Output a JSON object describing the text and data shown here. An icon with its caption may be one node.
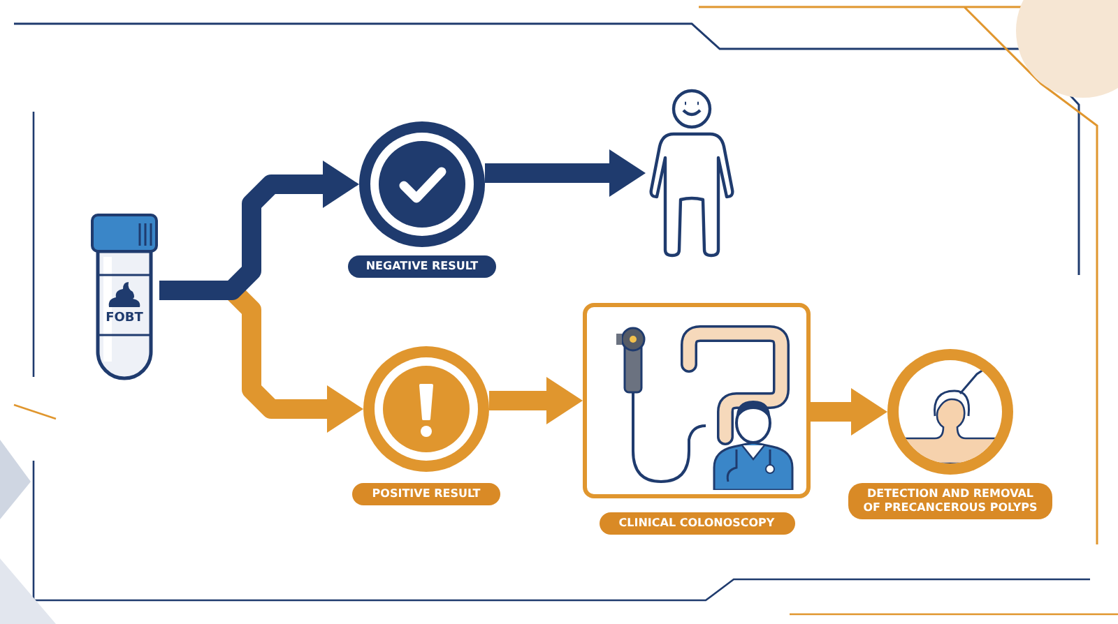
{
  "diagram": {
    "nodes": [
      {
        "text": [
          "FOBT"
        ]
      },
      {
        "text": [
          "NEGATIVE RESULT"
        ]
      },
      {
        "text": [],
        "shape": "person"
      },
      {
        "text": [
          "POSITIVE RESULT"
        ]
      },
      {
        "text": [
          "CLINICAL COLONOSCOPY"
        ]
      },
      {
        "text": [
          "DETECTION AND REMOVAL OF PRECANCEROUS POLYPS"
        ]
      }
    ],
    "edges": [
      {
        "from": 0,
        "to": 1,
        "arrow": "to",
        "color": "#1f3b6e"
      },
      {
        "from": 1,
        "to": 2,
        "arrow": "to",
        "color": "#1f3b6e"
      },
      {
        "from": 0,
        "to": 3,
        "arrow": "to"
      },
      {
        "from": 3,
        "to": 4,
        "arrow": "to"
      },
      {
        "from": 4,
        "to": 5,
        "arrow": "to"
      }
    ]
  }
}
